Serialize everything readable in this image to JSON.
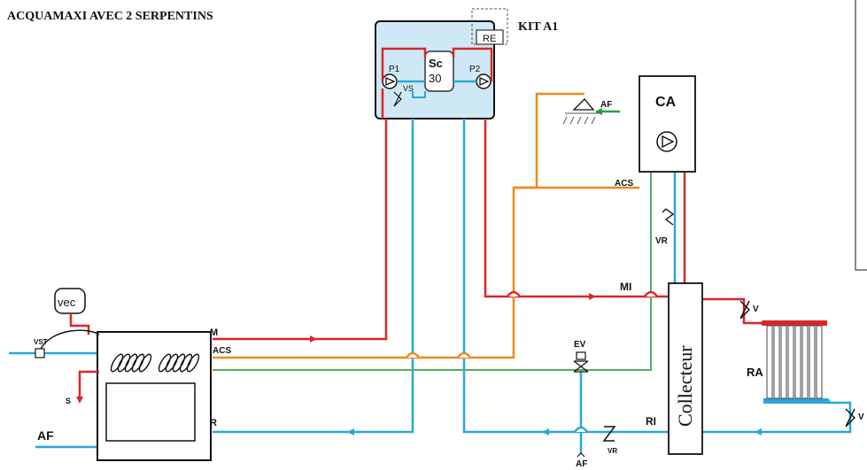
{
  "title": "ACQUAMAXI AVEC 2 SERPENTINS",
  "kit": {
    "label": "KIT A1",
    "re": "RE",
    "sc": "Sc",
    "sc_num": "30",
    "p1": "P1",
    "p2": "P2",
    "vs": "VS"
  },
  "ca": {
    "label": "CA"
  },
  "vec": "vec",
  "vst": "VST",
  "labels": {
    "af_top": "AF",
    "acs_right": "ACS",
    "vr_top": "VR",
    "mi": "MI",
    "v_top": "V",
    "ra": "RA",
    "v_bottom": "V",
    "ev": "EV",
    "ri": "RI",
    "vr_bottom": "VR",
    "af_bottom": "AF",
    "m": "M",
    "acs_left": "ACS",
    "r": "R",
    "s": "S",
    "af_left": "AF"
  },
  "collecteur": "Collecteur",
  "colors": {
    "red": "#d9262b",
    "blue": "#2aa6d9",
    "orange": "#ec8a1e",
    "green": "#5aaa6a",
    "kit_fill": "#cfe8f5"
  }
}
